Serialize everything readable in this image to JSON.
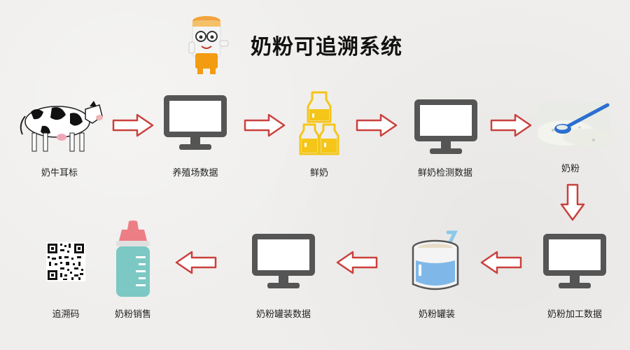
{
  "title": "奶粉可追溯系统",
  "nodes": [
    {
      "id": "ear-tag",
      "label": "奶牛耳标"
    },
    {
      "id": "farm-data",
      "label": "养殖场数据"
    },
    {
      "id": "fresh-milk",
      "label": "鲜奶"
    },
    {
      "id": "milk-test-data",
      "label": "鲜奶检测数据"
    },
    {
      "id": "milk-powder",
      "label": "奶粉"
    },
    {
      "id": "processing-data",
      "label": "奶粉加工数据"
    },
    {
      "id": "canning",
      "label": "奶粉罐装"
    },
    {
      "id": "canning-data",
      "label": "奶粉罐装数据"
    },
    {
      "id": "sales",
      "label": "奶粉销售"
    },
    {
      "id": "trace-code",
      "label": "追溯码"
    }
  ],
  "colors": {
    "monitor": "#555555",
    "arrow_stroke": "#c9413e",
    "arrow_fill": "#ffffff",
    "bottle": "#f5c518",
    "baby_bottle_body": "#7cc8c4",
    "baby_bottle_top": "#ee7e86",
    "powder_scoop": "#2b6fd0"
  },
  "icons": {
    "ear-tag": "cow-icon",
    "farm-data": "monitor-icon",
    "fresh-milk": "milk-bottles-icon",
    "milk-test-data": "monitor-icon",
    "milk-powder": "powder-scoop-icon",
    "processing-data": "monitor-icon",
    "canning": "formula-can-icon",
    "canning-data": "monitor-icon",
    "sales": "baby-bottle-icon",
    "trace-code": "qr-code-icon"
  }
}
